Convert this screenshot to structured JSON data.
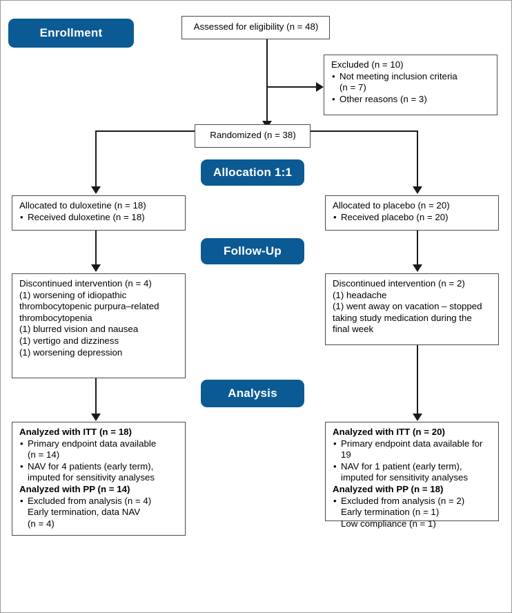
{
  "stages": {
    "enrollment": "Enrollment",
    "allocation": "Allocation 1:1",
    "followup": "Follow-Up",
    "analysis": "Analysis"
  },
  "colors": {
    "stage_pill": "#0c5a94",
    "box_border": "#4a4a4a",
    "connector": "#1a1a1a",
    "frame": "#9a9a9a",
    "text": "#000000"
  },
  "nodes": {
    "assessed": {
      "label": "Assessed for eligibility (n = 48)",
      "n": 48
    },
    "excluded": {
      "title": "Excluded (n = 10)",
      "n": 10,
      "items": [
        "Not meeting inclusion criteria",
        "(n = 7)",
        "Other reasons (n = 3)"
      ]
    },
    "randomized": {
      "label": "Randomized (n = 38)",
      "n": 38
    },
    "alloc_left": {
      "title": "Allocated to duloxetine (n = 18)",
      "n": 18,
      "items": [
        "Received duloxetine (n = 18)"
      ]
    },
    "alloc_right": {
      "title": "Allocated to placebo (n = 20)",
      "n": 20,
      "items": [
        "Received placebo (n = 20)"
      ]
    },
    "follow_left": {
      "title": "Discontinued intervention (n = 4)",
      "n": 4,
      "lines": [
        "(1) worsening of idiopathic",
        "thrombocytopenic purpura–related",
        "thrombocytopenia",
        "(1) blurred vision and nausea",
        "(1) vertigo and dizziness",
        "(1) worsening depression"
      ]
    },
    "follow_right": {
      "title": "Discontinued intervention (n = 2)",
      "n": 2,
      "lines": [
        "(1) headache",
        "(1) went away on vacation – stopped",
        "taking study medication during the",
        "final week"
      ]
    },
    "analysis_left": {
      "itt_title": "Analyzed with ITT (n = 18)",
      "itt_n": 18,
      "itt_items": [
        "Primary endpoint data available",
        "(n = 14)",
        "NAV for 4 patients (early term),",
        "imputed for sensitivity analyses"
      ],
      "pp_title": "Analyzed with PP (n = 14)",
      "pp_n": 14,
      "pp_items": [
        "Excluded from analysis (n = 4)",
        "Early termination, data NAV",
        "(n = 4)"
      ]
    },
    "analysis_right": {
      "itt_title": "Analyzed with ITT (n = 20)",
      "itt_n": 20,
      "itt_items": [
        "Primary endpoint data available for 19",
        "NAV for 1 patient (early term),",
        "imputed for sensitivity analyses"
      ],
      "pp_title": "Analyzed with PP (n = 18)",
      "pp_n": 18,
      "pp_items": [
        "Excluded from analysis (n = 2)",
        "Early termination (n = 1)",
        "Low compliance (n = 1)"
      ]
    }
  }
}
